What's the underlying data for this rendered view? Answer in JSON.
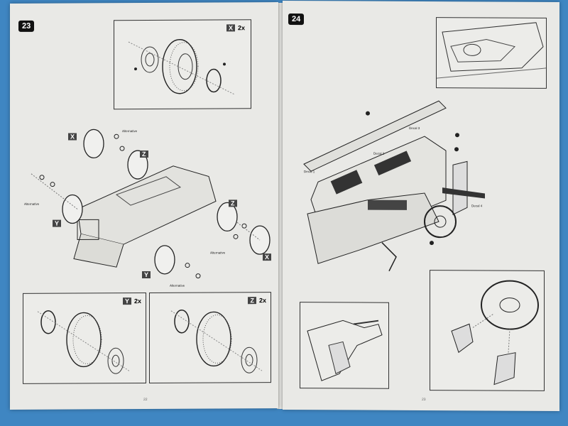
{
  "left_page": {
    "step_number": "23",
    "page_number": "22",
    "box_x": {
      "letter": "X",
      "qty": "2x"
    },
    "box_y": {
      "letter": "Y",
      "qty": "2x"
    },
    "box_z": {
      "letter": "Z",
      "qty": "2x"
    },
    "letters": {
      "x1": "X",
      "x2": "X",
      "y1": "Y",
      "y2": "Y",
      "z1": "Z",
      "z2": "Z"
    },
    "labels": [
      "Alternative",
      "Alternative",
      "Alternative",
      "Alternative"
    ]
  },
  "right_page": {
    "step_number": "24",
    "page_number": "23",
    "decals": [
      "Decal 1",
      "Decal 2",
      "Decal 3",
      "Decal 4"
    ]
  }
}
